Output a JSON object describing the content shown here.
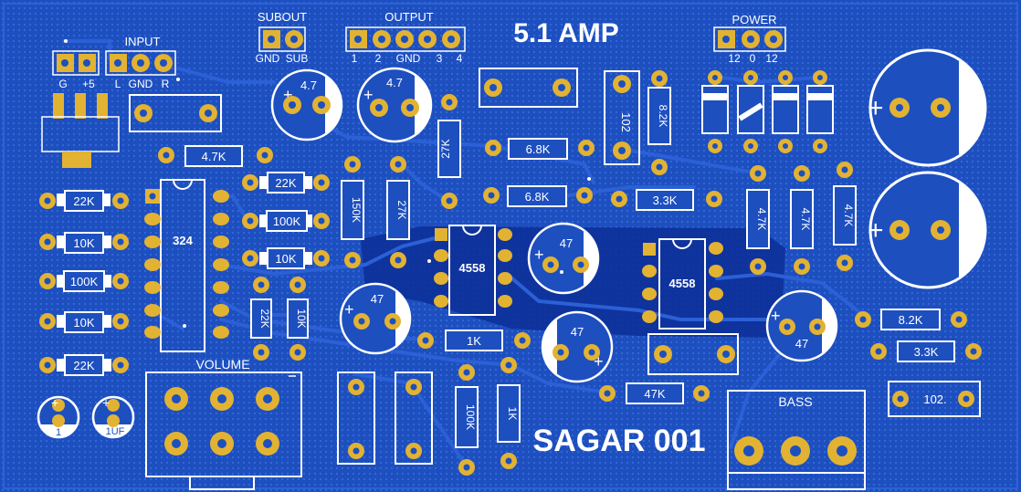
{
  "board": {
    "title": "5.1 AMP",
    "name": "SAGAR 001",
    "colors": {
      "pcb": "#1d4fbf",
      "trace": "#2b60d6",
      "pour": "#0d2e96",
      "pad": "#e2b232",
      "silk": "#ffffff"
    }
  },
  "connectors": {
    "input": {
      "label": "INPUT",
      "pins": [
        "G",
        "+5",
        "L",
        "GND",
        "R"
      ]
    },
    "subout": {
      "label": "SUBOUT",
      "pins": [
        "GND",
        "SUB"
      ]
    },
    "output": {
      "label": "OUTPUT",
      "pins": [
        "1",
        "2",
        "GND",
        "3",
        "4"
      ]
    },
    "power": {
      "label": "POWER",
      "pins": [
        "12",
        "0",
        "12"
      ]
    }
  },
  "components": {
    "ic_324": "324",
    "ic_4558_a": "4558",
    "ic_4558_b": "4558",
    "cap_47_a": "47",
    "cap_47_b": "47",
    "cap_47_c": "47",
    "cap_47_d": "47",
    "cap_4_7_a": "4.7",
    "cap_4_7_b": "4.7",
    "cap_1": "1",
    "cap_1uf": "1UF",
    "cap_102_v": "102",
    "cap_102_h": "102.",
    "r_4_7k_top": "4.7K",
    "r_22k_a": "22K",
    "r_22k_b": "22K",
    "r_22k_c": "22K",
    "r_22k_d": "22K",
    "r_10k_a": "10K",
    "r_10k_b": "10K",
    "r_10k_c": "10K",
    "r_10k_d": "10K",
    "r_100k_a": "100K",
    "r_100k_b": "100K",
    "r_100k_c": "100K",
    "r_150k": "150K",
    "r_27k_a": "27K",
    "r_27k_b": "27K",
    "r_6_8k_a": "6.8K",
    "r_6_8k_b": "6.8K",
    "r_3_3k_a": "3.3K",
    "r_3_3k_b": "3.3K",
    "r_8_2k_a": "8.2K",
    "r_8_2k_b": "8.2K",
    "r_4_7k_v1": "4.7K",
    "r_4_7k_v2": "4.7K",
    "r_4_7k_v3": "4.7K",
    "r_1k_a": "1K",
    "r_1k_b": "1K",
    "r_47k": "47K",
    "volume": "VOLUME",
    "bass": "BASS"
  }
}
